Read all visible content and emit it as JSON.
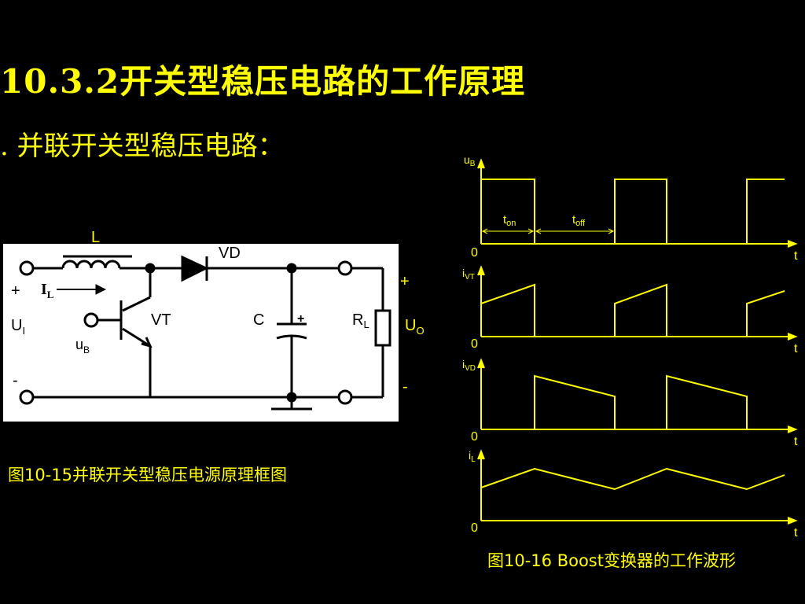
{
  "slide": {
    "title": "10.3.2开关型稳压电路的工作原理",
    "subtitle": ". 并联开关型稳压电路："
  },
  "circuit": {
    "caption": "图10-15并联开关型稳压电源原理框图",
    "labels": {
      "inductor": "L",
      "diode": "VD",
      "transistor": "VT",
      "capacitor": "C",
      "load": "R",
      "load_sub": "L",
      "input_plus": "+",
      "input_minus": "-",
      "input_voltage": "U",
      "input_voltage_sub": "I",
      "base_drive": "u",
      "base_drive_sub": "B",
      "current": "I",
      "current_sub": "L",
      "cap_plus": "+",
      "output_plus": "+",
      "output_minus": "-",
      "output_voltage": "U",
      "output_voltage_sub": "O"
    }
  },
  "waveforms": {
    "caption": "图10-16 Boost变换器的工作波形",
    "time_axis_label": "t",
    "zero_label": "0",
    "ton_label": "t",
    "ton_sub": "on",
    "toff_label": "t",
    "toff_sub": "off",
    "traces": [
      {
        "label": "u",
        "sub": "B"
      },
      {
        "label": "i",
        "sub": "VT"
      },
      {
        "label": "i",
        "sub": "VD"
      },
      {
        "label": "i",
        "sub": "L"
      }
    ]
  },
  "colors": {
    "background": "#000000",
    "text": "#ffff00",
    "circuit_line": "#000000",
    "circuit_panel": "#ffffff",
    "waveform": "#ffff00"
  }
}
